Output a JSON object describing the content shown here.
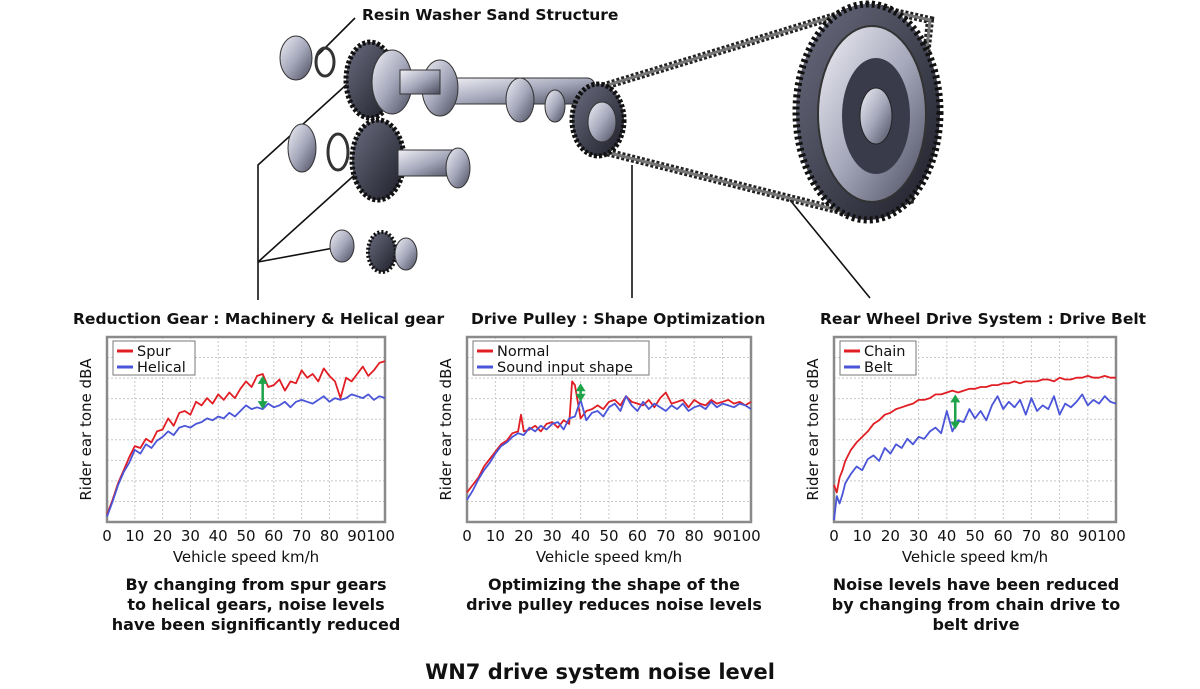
{
  "callout_top": "Resin Washer Sand Structure",
  "footer_title": "WN7 drive system noise level",
  "colors": {
    "red": "#e01e24",
    "blue": "#4a55d8",
    "arrow": "#1fa34a",
    "grid": "#c8c8c8",
    "frame": "#8a8a8a"
  },
  "panels": [
    {
      "heading": "Reduction Gear : Machinery & Helical gear",
      "caption": "By changing from spur gears\nto helical gears, noise levels\nhave been significantly reduced"
    },
    {
      "heading": "Drive Pulley : Shape Optimization",
      "caption": "Optimizing the shape of the\ndrive pulley reduces noise levels"
    },
    {
      "heading": "Rear Wheel Drive System : Drive Belt",
      "caption": "Noise levels have been reduced\nby changing from chain drive to\nbelt drive"
    }
  ],
  "chart_data": [
    {
      "type": "line",
      "title": "Reduction Gear : Machinery & Helical gear",
      "xlabel": "Vehicle speed km/h",
      "ylabel": "Rider ear tone dBA",
      "xlim": [
        0,
        100
      ],
      "ylim": [
        0,
        10
      ],
      "xticks": [
        "0",
        "10",
        "20",
        "30",
        "40",
        "50",
        "60",
        "70",
        "80",
        "90100"
      ],
      "grid": true,
      "legend": "top-left",
      "annotation": {
        "type": "double-arrow",
        "x": 56,
        "from": 6.1,
        "to": 7.9
      },
      "series": [
        {
          "name": "Spur",
          "color": "red",
          "x": [
            0,
            2,
            4,
            6,
            8,
            10,
            12,
            14,
            16,
            18,
            20,
            22,
            24,
            26,
            28,
            30,
            32,
            34,
            36,
            38,
            40,
            42,
            44,
            46,
            48,
            50,
            52,
            54,
            56,
            58,
            60,
            62,
            64,
            66,
            68,
            70,
            72,
            74,
            76,
            78,
            80,
            82,
            84,
            86,
            88,
            90,
            92,
            94,
            96,
            98,
            100
          ],
          "y": [
            0.4,
            1.2,
            2.1,
            2.8,
            3.5,
            4.1,
            4.0,
            4.5,
            4.3,
            4.9,
            5.0,
            5.6,
            5.2,
            5.9,
            6.0,
            5.8,
            6.5,
            6.3,
            6.7,
            6.4,
            6.9,
            6.6,
            7.0,
            6.7,
            7.2,
            7.6,
            7.3,
            7.9,
            8.0,
            7.3,
            7.4,
            7.7,
            7.1,
            7.6,
            7.5,
            8.2,
            7.8,
            8.0,
            7.6,
            8.3,
            7.9,
            7.6,
            6.7,
            7.8,
            7.6,
            8.0,
            8.4,
            7.9,
            8.2,
            8.6,
            8.7
          ]
        },
        {
          "name": "Helical",
          "color": "blue",
          "x": [
            0,
            2,
            4,
            6,
            8,
            10,
            12,
            14,
            16,
            18,
            20,
            22,
            24,
            26,
            28,
            30,
            32,
            34,
            36,
            38,
            40,
            42,
            44,
            46,
            48,
            50,
            52,
            54,
            56,
            58,
            60,
            62,
            64,
            66,
            68,
            70,
            72,
            74,
            76,
            78,
            80,
            82,
            84,
            86,
            88,
            90,
            92,
            94,
            96,
            98,
            100
          ],
          "y": [
            0.3,
            1.1,
            2.0,
            2.7,
            3.2,
            3.9,
            3.7,
            4.2,
            4.0,
            4.4,
            4.6,
            4.9,
            4.7,
            5.1,
            5.2,
            5.1,
            5.3,
            5.4,
            5.6,
            5.5,
            5.7,
            5.6,
            5.9,
            5.7,
            6.0,
            6.3,
            6.1,
            6.2,
            6.1,
            6.4,
            6.2,
            6.3,
            6.5,
            6.2,
            6.5,
            6.6,
            6.5,
            6.4,
            6.6,
            6.8,
            6.5,
            6.7,
            6.6,
            6.7,
            6.9,
            6.8,
            6.7,
            6.9,
            6.6,
            6.8,
            6.7
          ]
        }
      ]
    },
    {
      "type": "line",
      "title": "Drive Pulley : Shape Optimization",
      "xlabel": "Vehicle speed km/h",
      "ylabel": "Rider ear tone dBA",
      "xlim": [
        0,
        100
      ],
      "ylim": [
        0,
        10
      ],
      "xticks": [
        "0",
        "10",
        "20",
        "30",
        "40",
        "50",
        "60",
        "70",
        "80",
        "90100"
      ],
      "grid": true,
      "legend": "top-left",
      "annotation": {
        "type": "double-arrow",
        "x": 40,
        "from": 6.5,
        "to": 7.5
      },
      "series": [
        {
          "name": "Normal",
          "color": "red",
          "x": [
            0,
            2,
            4,
            6,
            8,
            10,
            12,
            14,
            16,
            18,
            19,
            20,
            22,
            24,
            26,
            28,
            30,
            32,
            34,
            36,
            37,
            38,
            40,
            42,
            44,
            46,
            48,
            50,
            52,
            54,
            56,
            58,
            60,
            62,
            64,
            66,
            68,
            70,
            72,
            74,
            76,
            78,
            80,
            82,
            84,
            86,
            88,
            90,
            92,
            94,
            96,
            98,
            100
          ],
          "y": [
            1.6,
            2.0,
            2.4,
            3.0,
            3.4,
            3.8,
            4.2,
            4.4,
            4.8,
            4.9,
            5.8,
            4.9,
            5.0,
            5.2,
            4.9,
            5.3,
            5.4,
            5.1,
            5.5,
            5.3,
            7.6,
            7.4,
            5.6,
            6.0,
            6.1,
            6.3,
            6.1,
            6.5,
            6.6,
            6.3,
            6.8,
            6.5,
            6.4,
            6.3,
            6.6,
            6.2,
            6.7,
            7.0,
            6.4,
            6.5,
            6.6,
            6.2,
            6.6,
            6.4,
            6.3,
            6.6,
            6.4,
            6.5,
            6.6,
            6.4,
            6.5,
            6.3,
            6.5
          ]
        },
        {
          "name": "Sound input shape",
          "color": "blue",
          "x": [
            0,
            2,
            4,
            6,
            8,
            10,
            12,
            14,
            16,
            18,
            20,
            22,
            24,
            26,
            28,
            30,
            32,
            34,
            36,
            38,
            40,
            42,
            44,
            46,
            48,
            50,
            52,
            54,
            56,
            58,
            60,
            62,
            64,
            66,
            68,
            70,
            72,
            74,
            76,
            78,
            80,
            82,
            84,
            86,
            88,
            90,
            92,
            94,
            96,
            98,
            100
          ],
          "y": [
            1.2,
            1.7,
            2.3,
            2.8,
            3.2,
            3.7,
            4.1,
            4.3,
            4.6,
            4.8,
            4.7,
            5.1,
            4.9,
            5.2,
            5.0,
            5.3,
            5.4,
            5.0,
            5.6,
            5.7,
            6.6,
            5.5,
            5.9,
            6.0,
            5.7,
            6.2,
            6.4,
            6.0,
            6.8,
            6.3,
            6.0,
            6.5,
            6.1,
            6.4,
            6.2,
            6.0,
            6.3,
            6.1,
            6.4,
            6.0,
            6.2,
            6.3,
            6.1,
            6.5,
            6.2,
            6.4,
            6.3,
            6.2,
            6.4,
            6.3,
            6.1
          ]
        }
      ]
    },
    {
      "type": "line",
      "title": "Rear Wheel Drive System : Drive Belt",
      "xlabel": "Vehicle speed km/h",
      "ylabel": "Rider ear tone dBA",
      "xlim": [
        0,
        100
      ],
      "ylim": [
        0,
        10
      ],
      "xticks": [
        "0",
        "10",
        "20",
        "30",
        "40",
        "50",
        "60",
        "70",
        "80",
        "90100"
      ],
      "grid": true,
      "legend": "top-left",
      "annotation": {
        "type": "double-arrow",
        "x": 43,
        "from": 5.0,
        "to": 6.9
      },
      "series": [
        {
          "name": "Chain",
          "color": "red",
          "x": [
            0,
            1,
            2,
            3,
            4,
            6,
            8,
            10,
            12,
            14,
            16,
            18,
            20,
            22,
            24,
            26,
            28,
            30,
            32,
            34,
            36,
            38,
            40,
            42,
            44,
            46,
            48,
            50,
            52,
            54,
            56,
            58,
            60,
            62,
            64,
            66,
            68,
            70,
            72,
            74,
            76,
            78,
            80,
            82,
            84,
            86,
            88,
            90,
            92,
            94,
            96,
            98,
            100
          ],
          "y": [
            2.0,
            1.6,
            2.4,
            2.8,
            3.3,
            3.9,
            4.3,
            4.6,
            4.9,
            5.3,
            5.5,
            5.8,
            5.9,
            6.1,
            6.2,
            6.3,
            6.4,
            6.6,
            6.6,
            6.7,
            6.9,
            6.9,
            7.0,
            7.1,
            7.0,
            7.1,
            7.2,
            7.2,
            7.3,
            7.3,
            7.4,
            7.4,
            7.5,
            7.5,
            7.6,
            7.5,
            7.6,
            7.6,
            7.6,
            7.7,
            7.7,
            7.6,
            7.8,
            7.7,
            7.7,
            7.8,
            7.8,
            7.9,
            7.8,
            7.8,
            7.9,
            7.8,
            7.8
          ]
        },
        {
          "name": "Belt",
          "color": "blue",
          "x": [
            0,
            1,
            2,
            3,
            4,
            6,
            8,
            10,
            12,
            14,
            16,
            18,
            20,
            22,
            24,
            26,
            28,
            30,
            32,
            34,
            36,
            38,
            40,
            42,
            44,
            46,
            48,
            50,
            52,
            54,
            56,
            58,
            60,
            62,
            64,
            66,
            68,
            70,
            72,
            74,
            76,
            78,
            80,
            82,
            84,
            86,
            88,
            90,
            92,
            94,
            96,
            98,
            100
          ],
          "y": [
            0.1,
            1.4,
            1.0,
            1.5,
            2.1,
            2.6,
            3.0,
            2.8,
            3.4,
            3.6,
            3.3,
            4.0,
            3.7,
            4.2,
            4.0,
            4.5,
            4.2,
            4.6,
            4.5,
            4.9,
            5.1,
            4.8,
            6.0,
            4.9,
            5.5,
            5.4,
            6.1,
            5.6,
            6.0,
            5.5,
            6.3,
            6.8,
            6.1,
            6.5,
            6.2,
            6.6,
            5.8,
            6.7,
            6.0,
            6.3,
            6.1,
            6.8,
            5.8,
            6.4,
            6.2,
            6.5,
            6.9,
            6.3,
            6.6,
            6.4,
            6.8,
            6.5,
            6.4
          ]
        }
      ]
    }
  ]
}
